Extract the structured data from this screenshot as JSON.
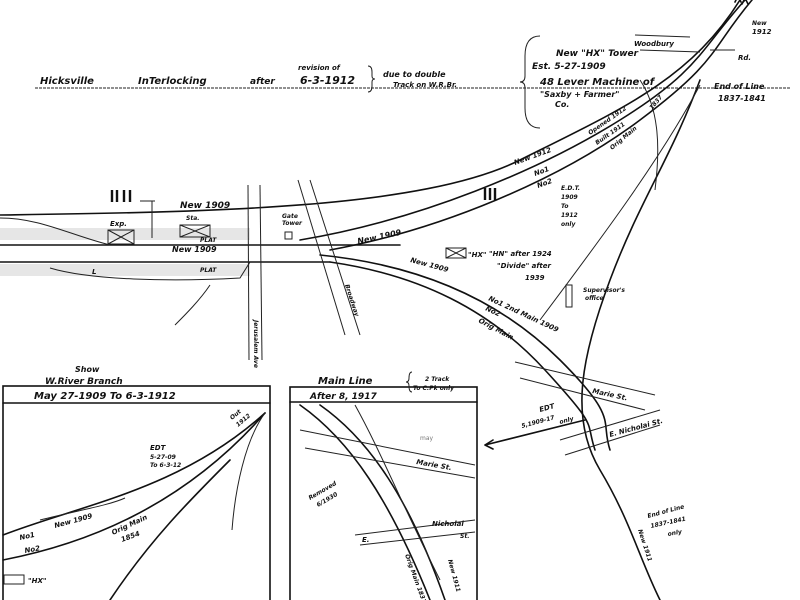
{
  "title": {
    "place": "Hicksville",
    "subject": "InTerlocking",
    "after": "after",
    "revision_note": "revision of",
    "date": "6-3-1912",
    "reason_line1": "due to double",
    "reason_line2": "Track on W.R.Br."
  },
  "tower_note": {
    "line1": "New \"HX\" Tower",
    "line2": "Est. 5-27-1909",
    "line3": "48 Lever Machine of",
    "line4": "\"Saxby + Farmer\"",
    "line5": "Co."
  },
  "top_right": {
    "road1": "Woodbury",
    "road2": "Rd.",
    "new_1912_a": "New",
    "new_1912_b": "1912",
    "end_line1": "End of Line",
    "end_line2": "1837-1841",
    "opened": "Opened 1912",
    "built": "Built 1911",
    "orig_main": "Orig Main",
    "orig_year": "1837"
  },
  "main_diagram": {
    "new1912": "New 1912",
    "no1_upper": "No1",
    "no2_upper": "No2",
    "edt1": "E.D.T.",
    "edt2": "1909",
    "edt3": "To",
    "edt4": "1912",
    "edt5": "only",
    "hx": "\"HX\"",
    "hn_after": "\"HN\" after 1924",
    "divide_after": "\"Divide\" after",
    "divide_year": "1939",
    "supervisor1": "Supervisor's",
    "supervisor2": "office",
    "new1909_branch": "New 1909",
    "no1_lower": "No1 2nd Main 1909",
    "no2_lower": "No2",
    "orig_main_lower": "Orig Main",
    "new1909_main": "New 1909",
    "gate_tower1": "Gate",
    "gate_tower2": "Tower",
    "broadway": "Broadway",
    "jerusalem": "Jerusalem Ave",
    "station_new": "New 1909",
    "station": "Sta.",
    "exp": "Exp.",
    "plat_upper": "PLAT",
    "new1909_track": "New 1909",
    "plat_lower": "PLAT",
    "l_label": "L"
  },
  "inset_branch": {
    "show": "Show",
    "title": "W.River Branch",
    "period": "May 27-1909  To  6-3-1912",
    "edt1": "EDT",
    "edt2": "5-27-09",
    "edt3": "To 6-3-12",
    "out1": "Out",
    "out2": "1912",
    "no1": "No1",
    "new1909": "New 1909",
    "no2": "No2",
    "orig_main": "Orig Main",
    "orig_year": "1854",
    "hx": "\"HX\""
  },
  "inset_main": {
    "title": "Main Line",
    "note1": "2 Track",
    "note2": "To C.Pk only",
    "after": "After 8, 1917",
    "marie": "Marie St.",
    "nicholai": "Nicholai",
    "st": "St.",
    "e": "E.",
    "removed1": "Removed",
    "removed2": "6/1930",
    "orig_main": "Orig Main 1837",
    "new1911": "New 1911",
    "faint": "may"
  },
  "right_lower": {
    "edt1": "EDT",
    "edt2": "5,1909-17",
    "edt3": "only",
    "marie": "Marie St.",
    "nicholai": "E. Nicholai St.",
    "end1": "End of Line",
    "end2": "1837-1841",
    "end3": "only",
    "new1911": "New 1911"
  }
}
